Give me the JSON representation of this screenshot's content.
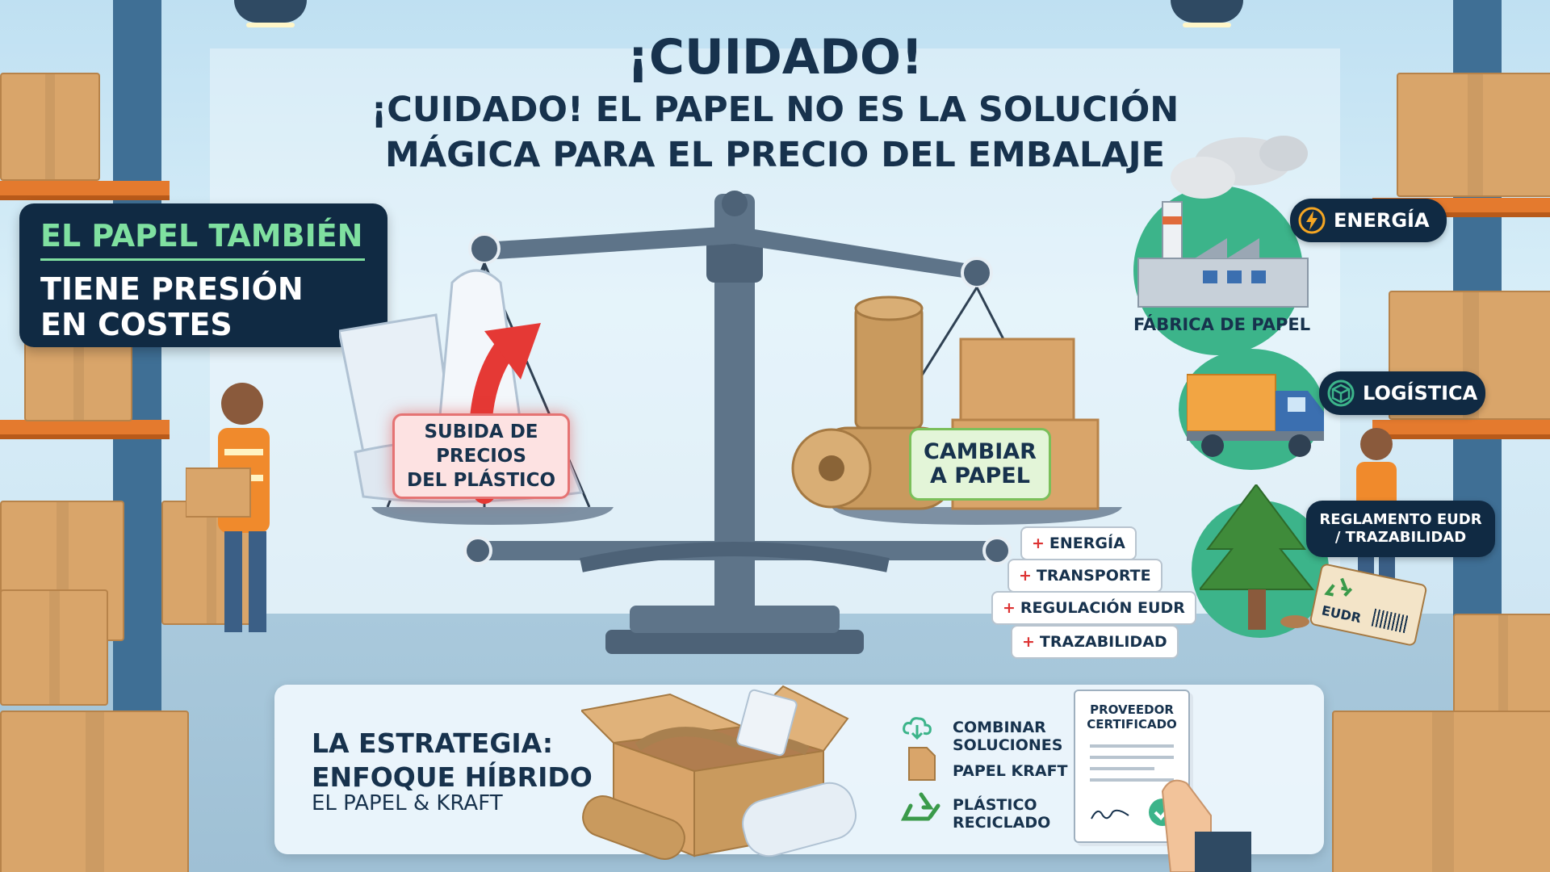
{
  "title": "¡CUIDADO!",
  "subtitle_line1": "¡CUIDADO! EL PAPEL NO ES LA SOLUCIÓN",
  "subtitle_line2": "MÁGICA PARA EL PRECIO DEL EMBALAJE",
  "side_panel": {
    "line1": "EL PAPEL TAMBIÉN",
    "line2": "TIENE PRESIÓN",
    "line3": "EN COSTES"
  },
  "scale": {
    "left_label": [
      "SUBIDA DE",
      "PRECIOS",
      "DEL PLÁSTICO"
    ],
    "right_label": [
      "CAMBIAR",
      "A PAPEL"
    ]
  },
  "factors": [
    {
      "sign": "+",
      "label": "ENERGÍA"
    },
    {
      "sign": "+",
      "label": "TRANSPORTE"
    },
    {
      "sign": "+",
      "label": "REGULACIÓN EUDR"
    },
    {
      "sign": "+",
      "label": "TRAZABILIDAD"
    }
  ],
  "right_side": {
    "factory_caption": "FÁBRICA DE PAPEL",
    "energy_tag": "ENERGÍA",
    "logistics_tag": "LOGÍSTICA",
    "eudr_tag_line1": "REGLAMENTO EUDR",
    "eudr_tag_line2": "/ TRAZABILIDAD",
    "eudr_label": "EUDR"
  },
  "strategy": {
    "heading_line1": "LA ESTRATEGIA:",
    "heading_line2": "ENFOQUE HÍBRIDO",
    "sub": "EL PAPEL & KRAFT",
    "option1_line1": "COMBINAR",
    "option1_line2": "SOLUCIONES",
    "option2": "PAPEL KRAFT",
    "option3_line1": "PLÁSTICO",
    "option3_line2": "RECICLADO",
    "doc_line1": "PROVEEDOR",
    "doc_line2": "CERTIFICADO"
  },
  "colors": {
    "navy": "#102a43",
    "green_accent": "#7fe0a0",
    "red_alert": "#e53935",
    "kraft": "#c99a5e",
    "scale_steel": "#4d6277"
  }
}
